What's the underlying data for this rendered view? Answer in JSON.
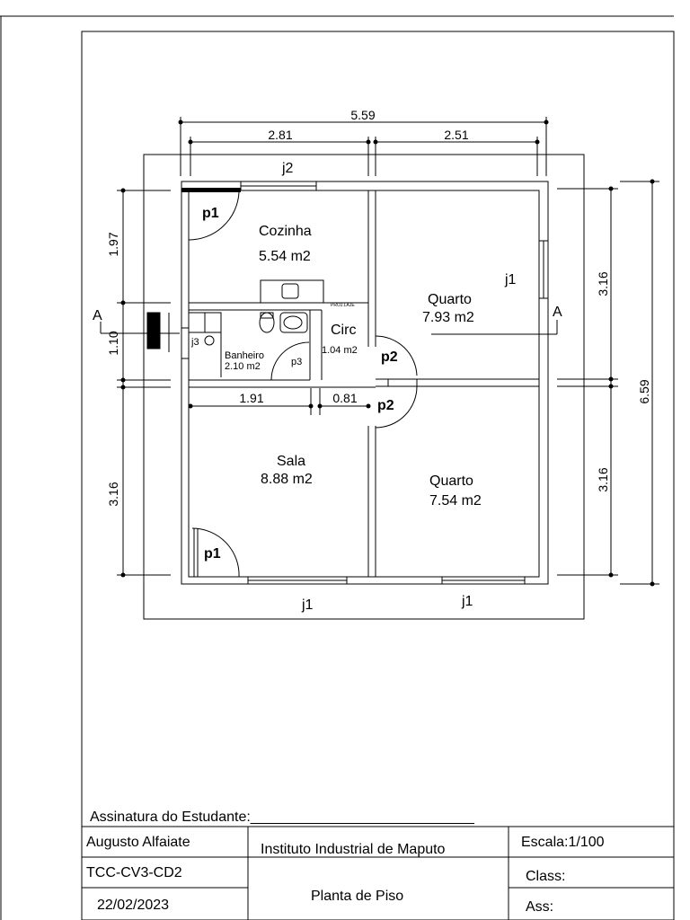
{
  "dimensions": {
    "overall_width": "5.59",
    "top_left": "2.81",
    "top_right": "2.51",
    "left_top": "1.97",
    "left_mid": "1.10",
    "left_bottom": "3.16",
    "right_top": "3.16",
    "right_bottom": "3.16",
    "right_overall": "6.59",
    "inner_sala": "1.91",
    "inner_circ": "0.81"
  },
  "rooms": {
    "cozinha_name": "Cozinha",
    "cozinha_area": "5.54 m2",
    "quarto1_name": "Quarto",
    "quarto1_area": "7.93 m2",
    "banheiro_name": "Banheiro",
    "banheiro_area": "2.10 m2",
    "circ_name": "Circ",
    "circ_area": "1.04 m2",
    "sala_name": "Sala",
    "sala_area": "8.88 m2",
    "quarto2_name": "Quarto",
    "quarto2_area": "7.54 m2",
    "projlaje": "PROJ.LAJE"
  },
  "openings": {
    "j2": "j2",
    "j1_quarto_side": "j1",
    "j1_sala_bottom": "j1",
    "j1_quarto_bottom": "j1",
    "j3": "j3",
    "p1_cozinha": "p1",
    "p1_sala": "p1",
    "p2_quarto": "p2",
    "p2_quarto2": "p2",
    "p3": "p3"
  },
  "section": {
    "left": "A",
    "right": "A"
  },
  "title_block": {
    "signature": "Assinatura do Estudante:____________________________",
    "student": "Augusto Alfaiate",
    "institute": "Instituto Industrial de Maputo",
    "scale": "Escala:1/100",
    "code": "TCC-CV3-CD2",
    "class_label": "Class:",
    "date": "22/02/2023",
    "drawing_title": "Planta de Piso",
    "ass_label": "Ass:"
  }
}
